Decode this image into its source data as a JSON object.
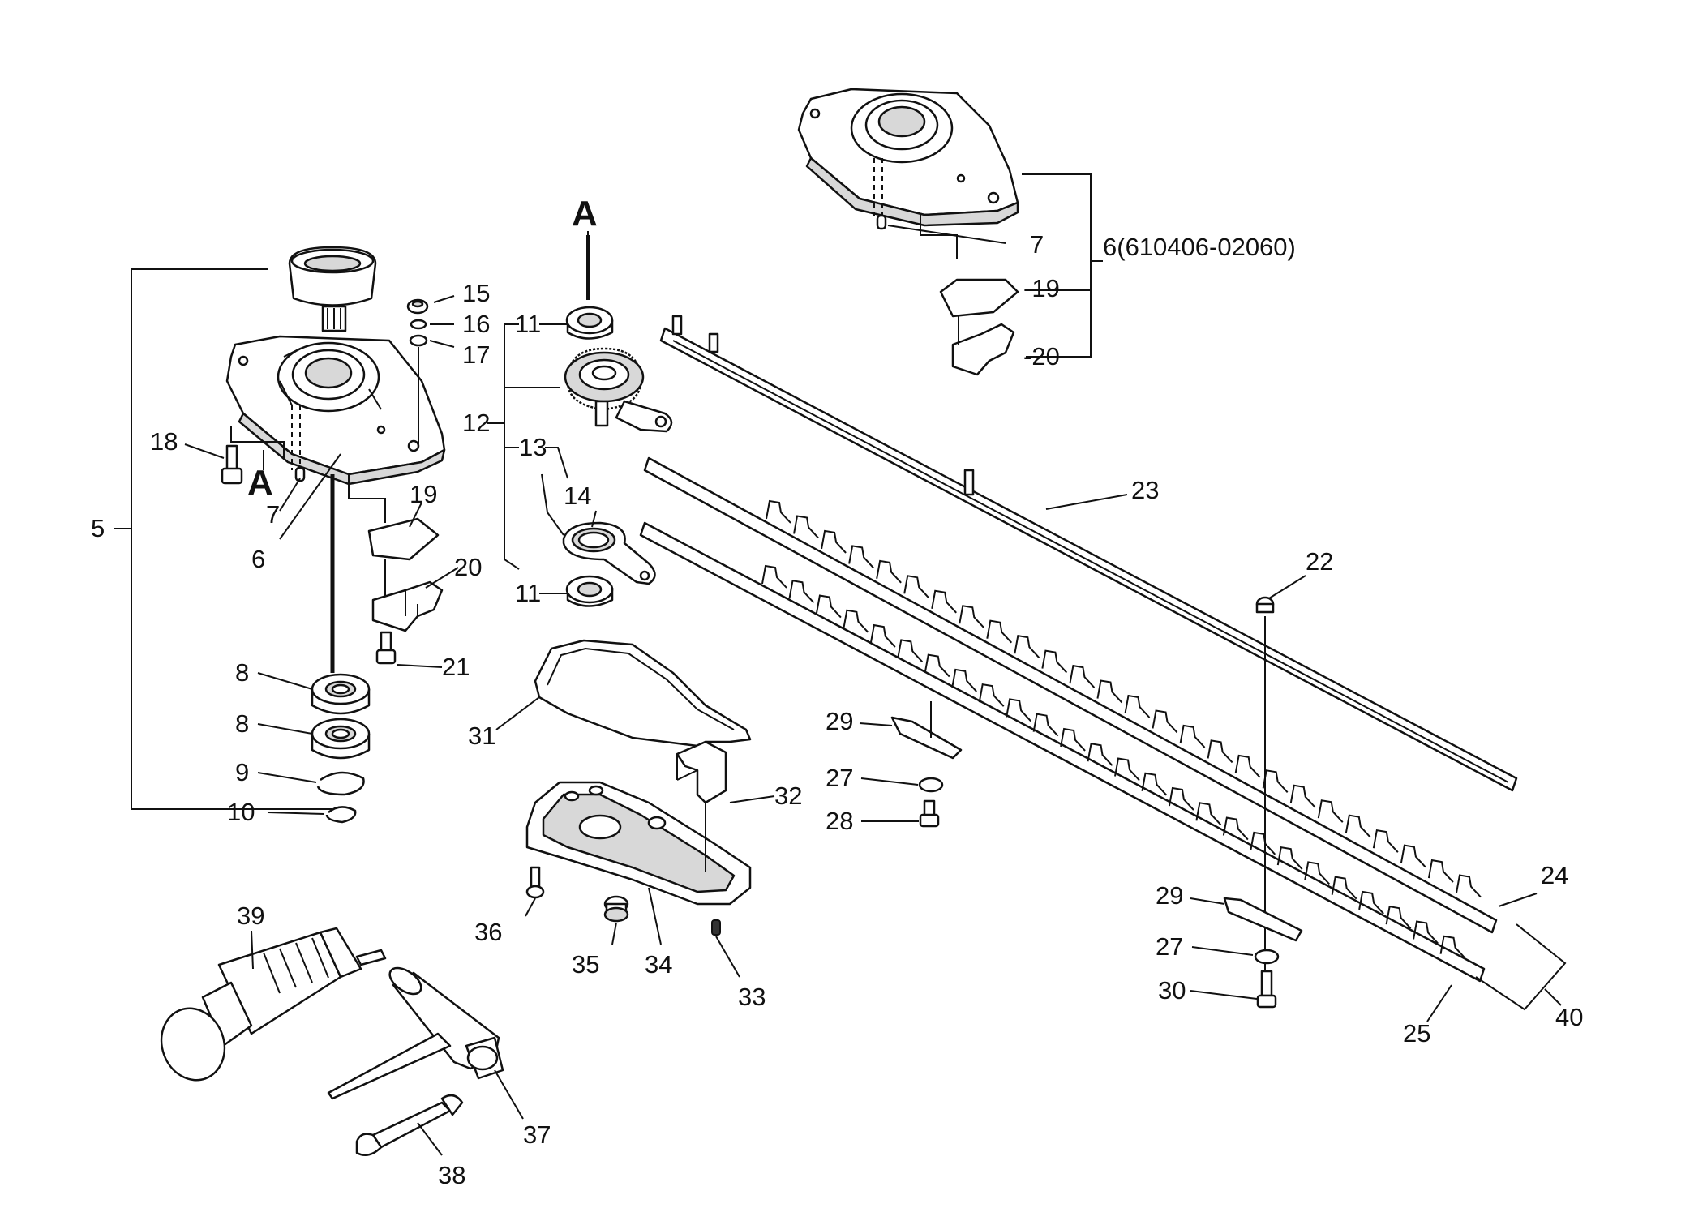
{
  "diagram": {
    "callouts": {
      "c5": "5",
      "c6": "6",
      "c6b": "6(610406-02060)",
      "c7a": "7",
      "c7b": "7",
      "c8a": "8",
      "c8b": "8",
      "c9": "9",
      "c10": "10",
      "c11a": "11",
      "c11b": "11",
      "c12": "12",
      "c13": "13",
      "c14": "14",
      "c15": "15",
      "c16": "16",
      "c17": "17",
      "c18": "18",
      "c19a": "19",
      "c19b": "-19",
      "c20a": "20",
      "c20b": "-20",
      "c21": "21",
      "c22": "22",
      "c23": "23",
      "c24": "24",
      "c25": "25",
      "c27a": "27",
      "c27b": "27",
      "c28": "28",
      "c29a": "29",
      "c29b": "29",
      "c30": "30",
      "c31": "31",
      "c32": "32",
      "c33": "33",
      "c34": "34",
      "c35": "35",
      "c36": "36",
      "c37": "37",
      "c38": "38",
      "c39": "39",
      "c40": "40"
    },
    "markers": {
      "a_top": "A",
      "a_left": "A"
    }
  }
}
